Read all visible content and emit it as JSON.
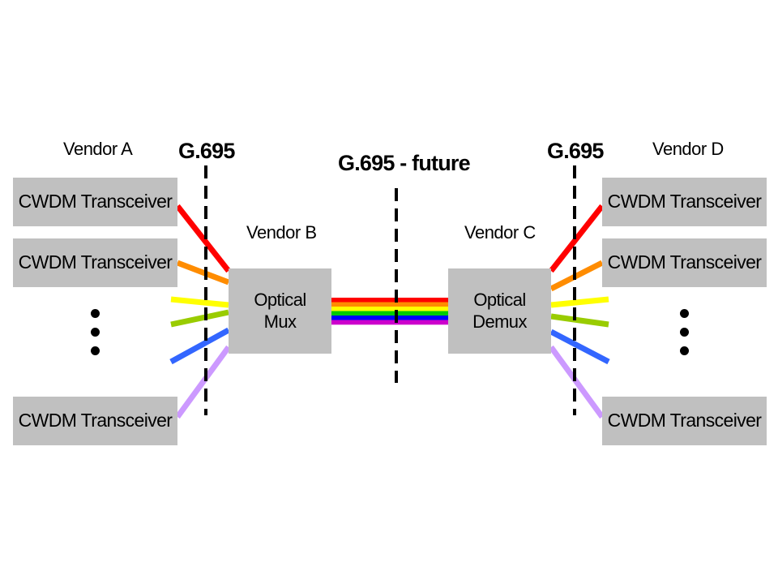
{
  "vendors": {
    "a": "Vendor A",
    "b": "Vendor B",
    "c": "Vendor C",
    "d": "Vendor D"
  },
  "standards": {
    "left": "G.695",
    "center": "G.695 - future",
    "right": "G.695"
  },
  "transceiver_label": "CWDM Transceiver",
  "left_transceivers": [
    "CWDM Transceiver",
    "CWDM Transceiver",
    "CWDM Transceiver"
  ],
  "right_transceivers": [
    "CWDM Transceiver",
    "CWDM Transceiver",
    "CWDM Transceiver"
  ],
  "mux": {
    "line1": "Optical",
    "line2": "Mux"
  },
  "demux": {
    "line1": "Optical",
    "line2": "Demux"
  },
  "fiber_colors": [
    "#ff0000",
    "#ff8c00",
    "#ffff00",
    "#99cc00",
    "#3366ff",
    "#cc99ff"
  ],
  "ribbon_colors": [
    "#ff0000",
    "#ff8c00",
    "#ffff00",
    "#00cc00",
    "#0000ff",
    "#cc00cc"
  ]
}
